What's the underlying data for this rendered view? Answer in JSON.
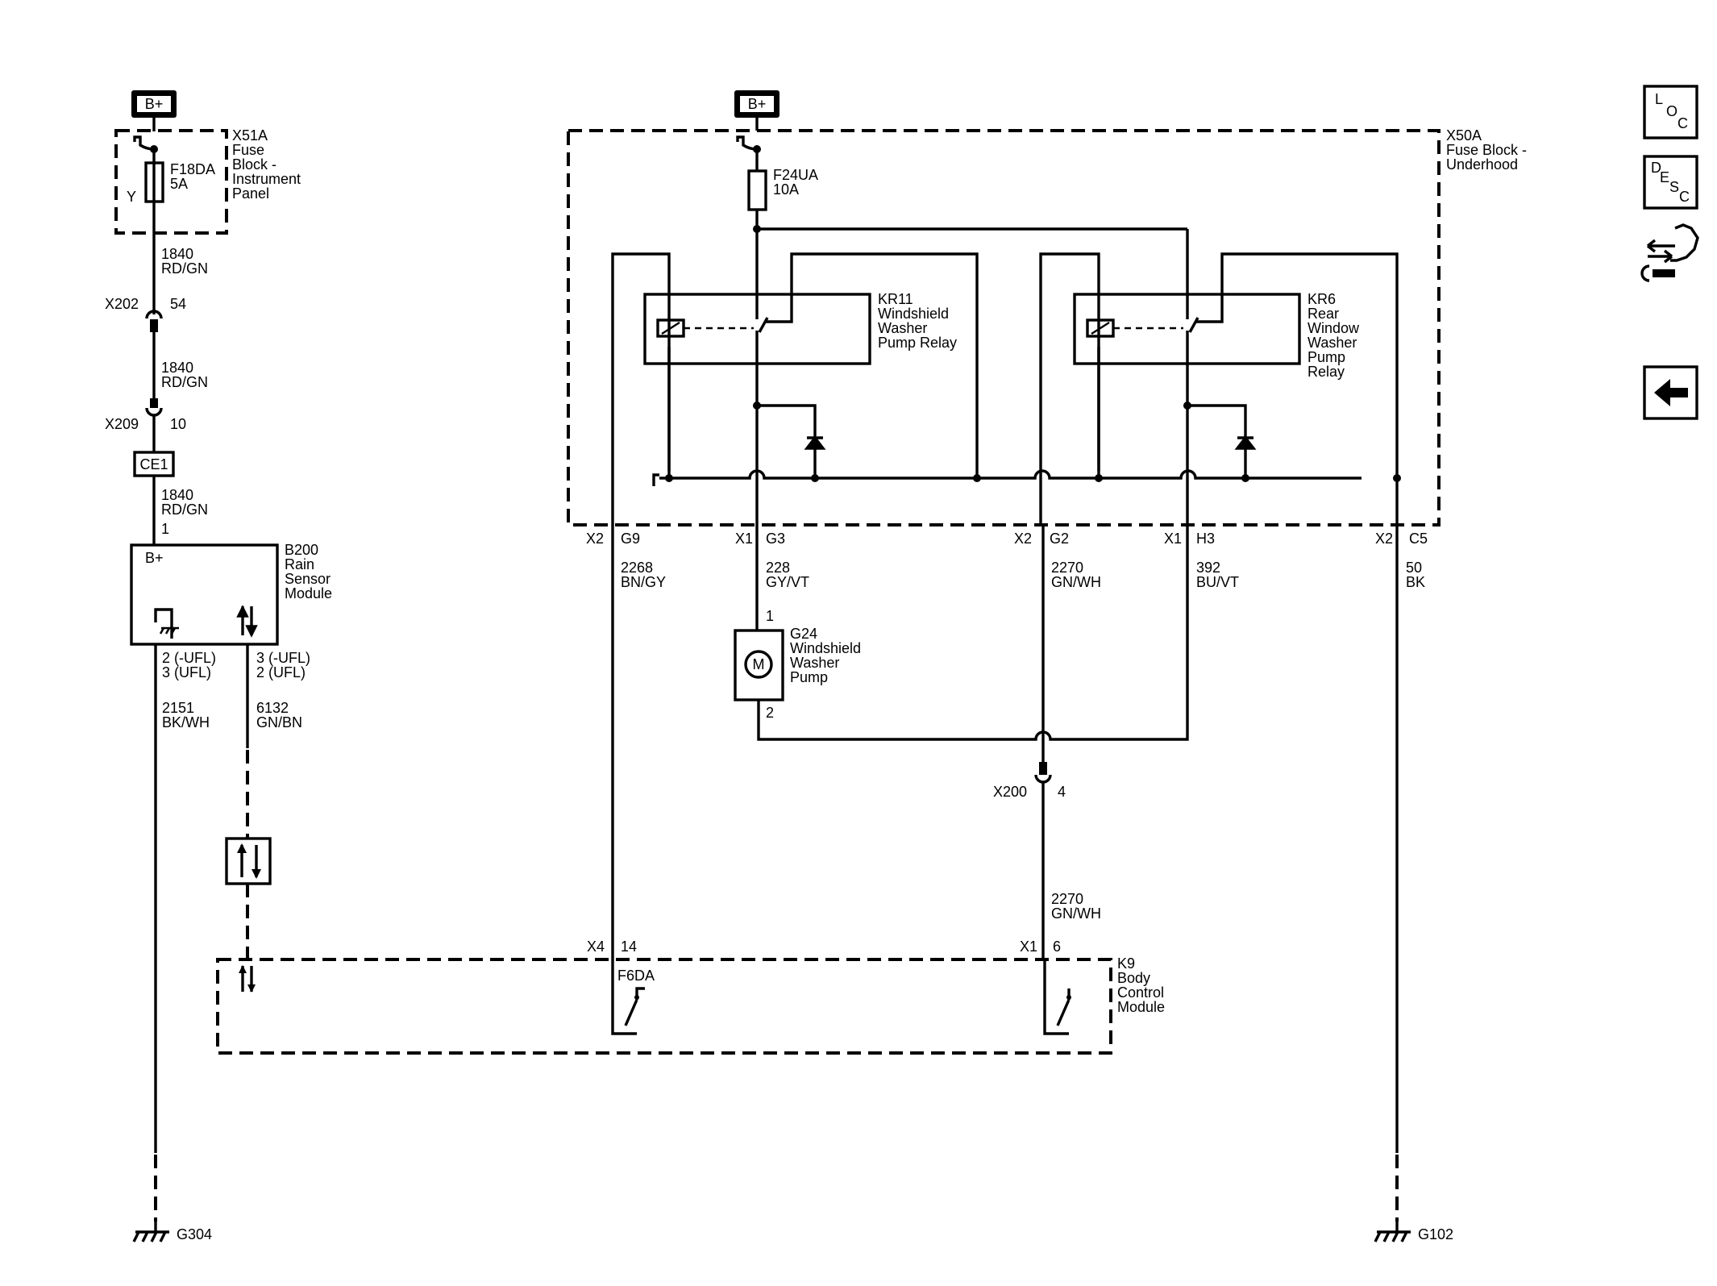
{
  "power": {
    "bplus_left": "B+",
    "bplus_right": "B+"
  },
  "fuse_block_ip": {
    "id": "X51A",
    "name_lines": [
      "Fuse",
      "Block -",
      "Instrument",
      "Panel"
    ],
    "fuse": "F18DA",
    "rating": "5A",
    "side_label": "Y"
  },
  "fuse_block_uh": {
    "id": "X50A",
    "name_lines": [
      "Fuse Block -",
      "Underhood"
    ],
    "fuse": "F24UA",
    "rating": "10A"
  },
  "wire_1840": {
    "circuit": "1840",
    "color": "RD/GN"
  },
  "conn_x202": {
    "id": "X202",
    "pin": "54"
  },
  "conn_x209": {
    "id": "X209",
    "pin": "10"
  },
  "ce1": "CE1",
  "b200": {
    "pin": "1",
    "bplus": "B+",
    "id": "B200",
    "name_lines": [
      "Rain",
      "Sensor",
      "Module"
    ],
    "pin_left_lines": [
      "2 (-UFL)",
      "3 (UFL)"
    ],
    "pin_right_lines": [
      "3 (-UFL)",
      "2 (UFL)"
    ]
  },
  "wire_2151": {
    "circuit": "2151",
    "color": "BK/WH"
  },
  "wire_6132": {
    "circuit": "6132",
    "color": "GN/BN"
  },
  "kr11": {
    "id": "KR11",
    "name_lines": [
      "Windshield",
      "Washer",
      "Pump Relay"
    ]
  },
  "kr6": {
    "id": "KR6",
    "name_lines": [
      "Rear",
      "Window",
      "Washer",
      "Pump",
      "Relay"
    ]
  },
  "uh_pins": [
    {
      "conn": "X2",
      "pin": "G9"
    },
    {
      "conn": "X1",
      "pin": "G3"
    },
    {
      "conn": "X2",
      "pin": "G2"
    },
    {
      "conn": "X1",
      "pin": "H3"
    },
    {
      "conn": "X2",
      "pin": "C5"
    }
  ],
  "wire_2268": {
    "circuit": "2268",
    "color": "BN/GY"
  },
  "wire_228": {
    "circuit": "228",
    "color": "GY/VT"
  },
  "wire_2270": {
    "circuit": "2270",
    "color": "GN/WH"
  },
  "wire_392": {
    "circuit": "392",
    "color": "BU/VT"
  },
  "wire_50": {
    "circuit": "50",
    "color": "BK"
  },
  "g24": {
    "pin_top": "1",
    "pin_bottom": "2",
    "id": "G24",
    "name_lines": [
      "Windshield",
      "Washer",
      "Pump"
    ],
    "symbol": "M"
  },
  "conn_x200": {
    "id": "X200",
    "pin": "4"
  },
  "wire_2270_lower": {
    "circuit": "2270",
    "color": "GN/WH"
  },
  "k9": {
    "id": "K9",
    "name_lines": [
      "Body",
      "Control",
      "Module"
    ],
    "conn_left": "X4",
    "pin_left": "14",
    "conn_right": "X1",
    "pin_right": "6",
    "switch_label": "F6DA"
  },
  "grounds": {
    "left": "G304",
    "right": "G102"
  },
  "nav": {
    "loc_letters": [
      "L",
      "O",
      "C"
    ],
    "desc_letters": [
      "D",
      "E",
      "S",
      "C"
    ],
    "icons": [
      "loc-icon",
      "desc-icon",
      "connector-tool-icon",
      "back-arrow-icon"
    ]
  }
}
